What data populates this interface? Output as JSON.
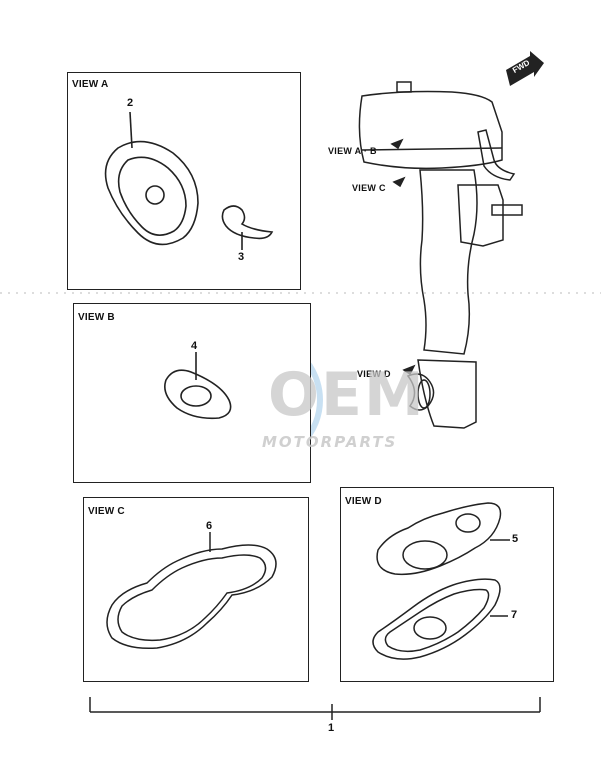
{
  "panels": {
    "view_a": {
      "label": "VIEW A",
      "part_2": "2",
      "part_3": "3"
    },
    "view_b": {
      "label": "VIEW B",
      "part_4": "4"
    },
    "view_c": {
      "label": "VIEW C",
      "part_6": "6"
    },
    "view_d": {
      "label": "VIEW D",
      "part_5": "5",
      "part_7": "7"
    }
  },
  "motor": {
    "view_ab": "VIEW A · B",
    "view_c": "VIEW C",
    "view_d": "VIEW D",
    "fwd": "FWD"
  },
  "assembly": {
    "part_1": "1"
  },
  "watermark": {
    "main": "OEM",
    "sub": "MOTORPARTS"
  },
  "colors": {
    "line": "#222222",
    "watermark_blue": "#9cc8e8",
    "watermark_gray": "#c8c8c8"
  }
}
